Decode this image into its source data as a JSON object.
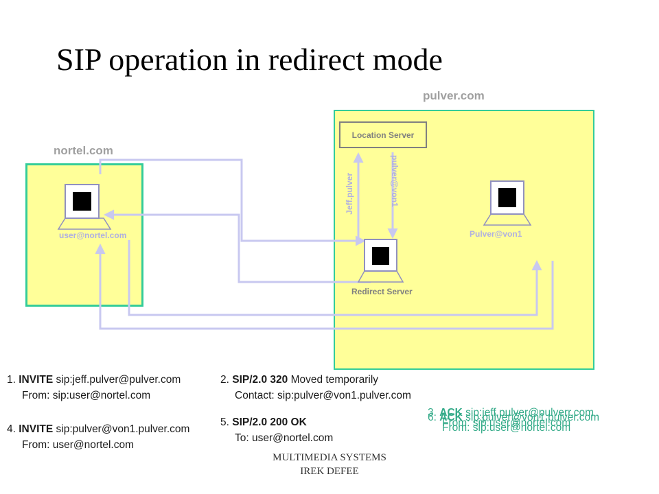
{
  "title": "SIP operation in redirect mode",
  "domains": {
    "pulver": "pulver.com",
    "nortel": "nortel.com"
  },
  "nodes": {
    "location_server": "Location Server",
    "redirect_server": "Redirect Server",
    "user": "user@nortel.com",
    "pulver_von1": "Pulver@von1"
  },
  "link_labels": {
    "jeff_pulver": "Jeff.pulver",
    "pulver_von1": "pulver@von1"
  },
  "messages": {
    "m1": {
      "num": "1.",
      "method": "INVITE",
      "target": " sip:jeff.pulver@pulver.com",
      "line2": "From: sip:user@nortel.com"
    },
    "m2": {
      "num": "2.",
      "method": "SIP/2.0 320",
      "target": " Moved temporarily",
      "line2": "Contact: sip:pulver@von1.pulver.com"
    },
    "m3": {
      "num": "3.",
      "method": "ACK",
      "target": " sip:jeff.pulver@pulverr.com",
      "line2": "From: sip:user@nortel.com"
    },
    "m4": {
      "num": "4.",
      "method": "INVITE",
      "target": " sip:pulver@von1.pulver.com",
      "line2": "From: user@nortel.com"
    },
    "m5": {
      "num": "5.",
      "method": "SIP/2.0 200 OK",
      "target": "",
      "line2": "To: user@nortel.com"
    },
    "m6": {
      "num": "6.",
      "method": "ACK",
      "target": " sip:pulver@von1.pulver.com",
      "line2": "From: sip:user@nortel.com"
    }
  },
  "footer": {
    "line1": "MULTIMEDIA SYSTEMS",
    "line2": "IREK DEFEE"
  },
  "colors": {
    "box_fill": "#ffff99",
    "box_border": "#33cc99",
    "arrow": "#c8c8f0",
    "teal_text": "#33aa88"
  }
}
